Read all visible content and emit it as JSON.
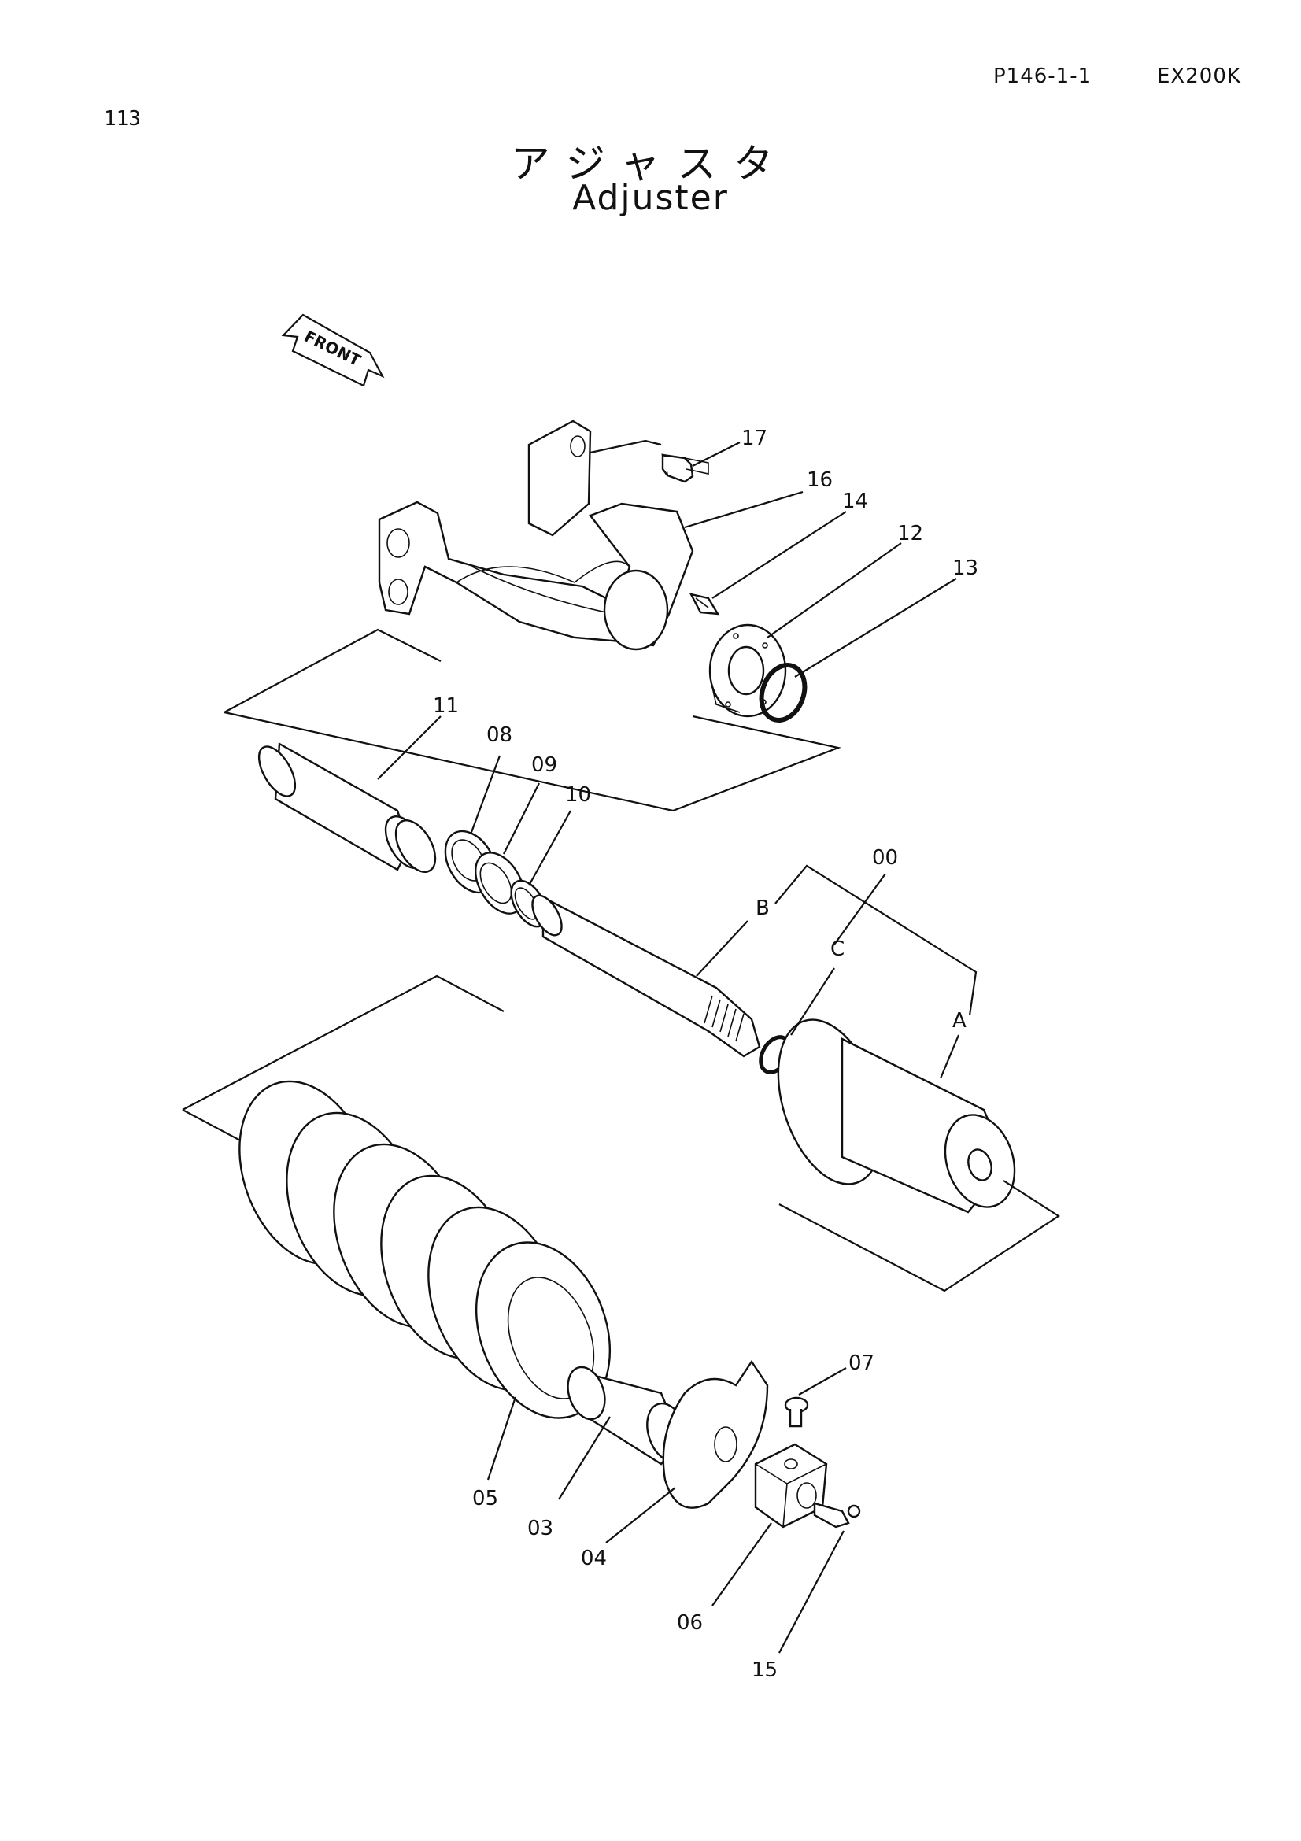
{
  "header": {
    "page_ref": "P146-1-1",
    "model": "EX200K",
    "page_number": "113",
    "title_jp": "アジャスタ",
    "title_en": "Adjuster"
  },
  "front_arrow": {
    "label": "FRONT"
  },
  "callouts": {
    "c17": "17",
    "c16": "16",
    "c14": "14",
    "c12": "12",
    "c13": "13",
    "c11": "11",
    "c08": "08",
    "c09": "09",
    "c10": "10",
    "c00": "00",
    "cB": "B",
    "cC": "C",
    "cA": "A",
    "c07": "07",
    "c05": "05",
    "c03": "03",
    "c04": "04",
    "c06": "06",
    "c15": "15"
  }
}
